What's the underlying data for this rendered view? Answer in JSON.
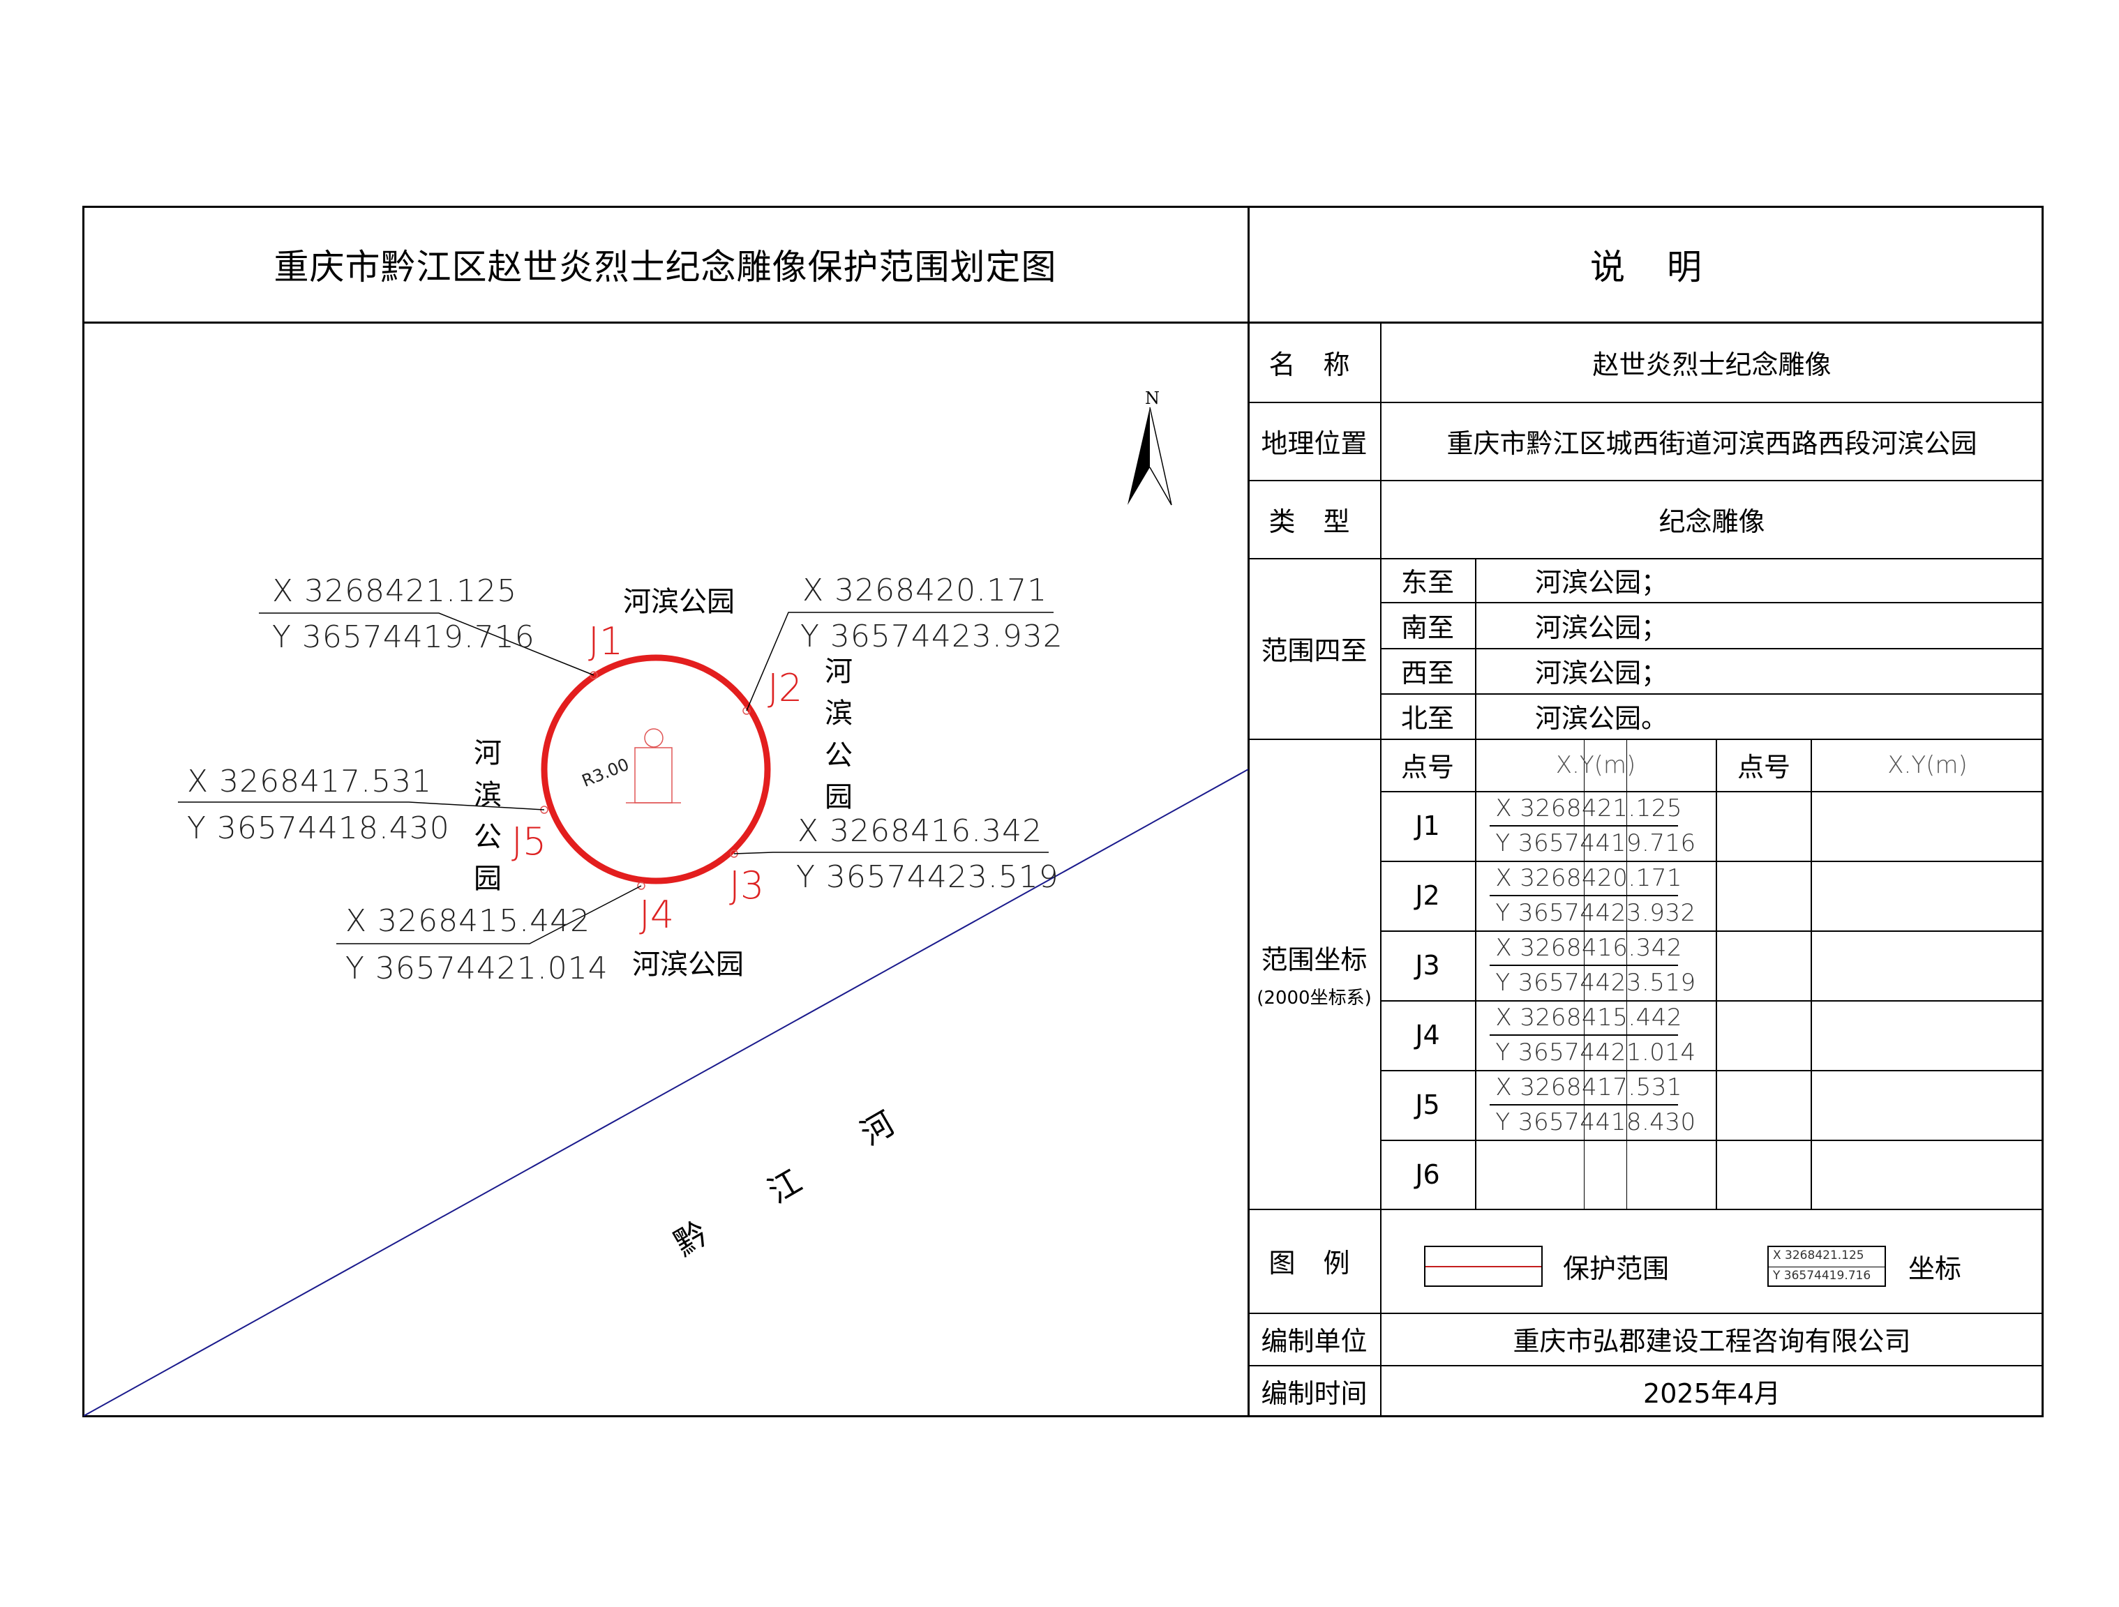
{
  "header": {
    "map_title": "重庆市黔江区赵世炎烈士纪念雕像保护范围划定图",
    "explain_title": "说明"
  },
  "info": {
    "name_label": "名 称",
    "name_value": "赵世炎烈士纪念雕像",
    "location_label": "地理位置",
    "location_value": "重庆市黔江区城西街道河滨西路西段河滨公园",
    "type_label": "类 型",
    "type_value": "纪念雕像"
  },
  "bounds": {
    "label": "范围四至",
    "rows": [
      {
        "dir": "东至",
        "value": "河滨公园；"
      },
      {
        "dir": "南至",
        "value": "河滨公园；"
      },
      {
        "dir": "西至",
        "value": "河滨公园；"
      },
      {
        "dir": "北至",
        "value": "河滨公园。"
      }
    ]
  },
  "coords": {
    "label": "范围坐标",
    "sublabel": "(2000坐标系)",
    "headers": [
      "点号",
      "X.Y(m)",
      "点号",
      "X.Y(m)"
    ],
    "rows": [
      {
        "id": "J1",
        "x": "X  3268421.125",
        "y": "Y  36574419.716"
      },
      {
        "id": "J2",
        "x": "X  3268420.171",
        "y": "Y  36574423.932"
      },
      {
        "id": "J3",
        "x": "X  3268416.342",
        "y": "Y  36574423.519"
      },
      {
        "id": "J4",
        "x": "X  3268415.442",
        "y": "Y  36574421.014"
      },
      {
        "id": "J5",
        "x": "X  3268417.531",
        "y": "Y  36574418.430"
      },
      {
        "id": "J6",
        "x": "",
        "y": ""
      }
    ]
  },
  "legend": {
    "label": "图 例",
    "protect_label": "保护范围",
    "coord_sample_x": "X  3268421.125",
    "coord_sample_y": "Y  36574419.716",
    "coord_label": "坐标"
  },
  "compiler": {
    "unit_label": "编制单位",
    "unit_value": "重庆市弘郡建设工程咨询有限公司",
    "time_label": "编制时间",
    "time_value": "2025年4月"
  },
  "map": {
    "north_label": "N",
    "radius_label": "R3.00",
    "park_label": "河滨公园",
    "park_vertical": [
      "河",
      "滨",
      "公",
      "园"
    ],
    "river_chars": [
      "黔",
      "江",
      "河"
    ],
    "points": [
      {
        "id": "J1",
        "x": "X  3268421.125",
        "y": "Y  36574419.716"
      },
      {
        "id": "J2",
        "x": "X  3268420.171",
        "y": "Y  36574423.932"
      },
      {
        "id": "J3",
        "x": "X  3268416.342",
        "y": "Y  36574423.519"
      },
      {
        "id": "J4",
        "x": "X  3268415.442",
        "y": "Y  36574421.014"
      },
      {
        "id": "J5",
        "x": "X  3268417.531",
        "y": "Y  36574418.430"
      }
    ],
    "colors": {
      "boundary": "#e31e1e",
      "river_line": "#1a1a8c",
      "point_label": "#d22222"
    }
  }
}
